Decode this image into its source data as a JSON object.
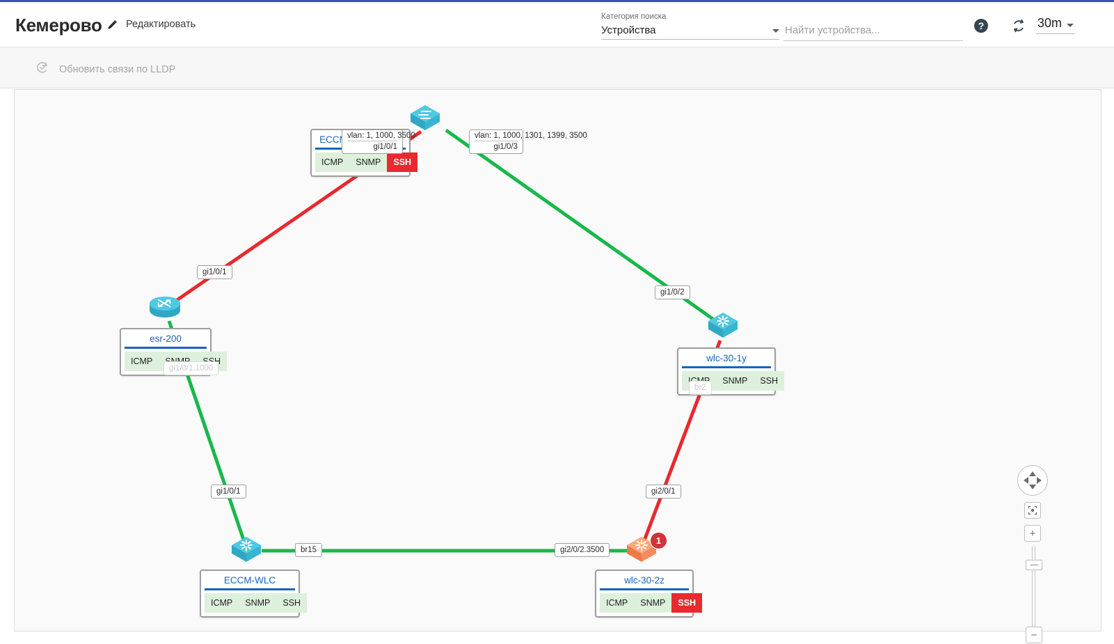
{
  "header": {
    "brand": "Кемерово",
    "edit_label": "Редактировать",
    "edit_icon": "pencil-icon",
    "search_category_caption": "Категория поиска",
    "search_category_value": "Устройства",
    "search_placeholder": "Найти устройства...",
    "help_icon": "help-circle-icon",
    "refresh_icon": "refresh-icon",
    "interval_value": "30m",
    "interval_caret_icon": "chevron-down-icon"
  },
  "subtoolbar": {
    "lldp_label": "Обновить связи по LLDP",
    "lldp_icon": "refresh-check-icon",
    "lldp_disabled": true
  },
  "services": {
    "icmp": "ICMP",
    "snmp": "SNMP",
    "ssh": "SSH"
  },
  "colors": {
    "accent": "#3f51b5",
    "node_title": "#1565c0",
    "service_ok_bg": "#ddf0dc",
    "service_bad_bg": "#e8292f",
    "link_up": "#18b84a",
    "link_down": "#e8292f",
    "device_normal": "#35bcd9",
    "device_alarm": "#f58a5b",
    "canvas_bg": "#fafafa"
  },
  "nodes": [
    {
      "id": "eccm_mes2124m",
      "name": "ECCM_MES2124M",
      "icon": "switch-icon",
      "state": "normal",
      "services": [
        {
          "name": "ICMP",
          "ok": true
        },
        {
          "name": "SNMP",
          "ok": true
        },
        {
          "name": "SSH",
          "ok": false
        }
      ]
    },
    {
      "id": "esr_200",
      "name": "esr-200",
      "icon": "router-icon",
      "state": "normal",
      "services": [
        {
          "name": "ICMP",
          "ok": true
        },
        {
          "name": "SNMP",
          "ok": true
        },
        {
          "name": "SSH",
          "ok": true
        }
      ]
    },
    {
      "id": "wlc_30_1y",
      "name": "wlc-30-1y",
      "icon": "switch-icon",
      "state": "normal",
      "services": [
        {
          "name": "ICMP",
          "ok": true
        },
        {
          "name": "SNMP",
          "ok": true
        },
        {
          "name": "SSH",
          "ok": true
        }
      ]
    },
    {
      "id": "eccm_wlc",
      "name": "ECCM-WLC",
      "icon": "switch-icon",
      "state": "normal",
      "services": [
        {
          "name": "ICMP",
          "ok": true
        },
        {
          "name": "SNMP",
          "ok": true
        },
        {
          "name": "SSH",
          "ok": true
        }
      ]
    },
    {
      "id": "wlc_30_2z",
      "name": "wlc-30-2z",
      "icon": "switch-icon",
      "state": "alarm",
      "alarm_count": "1",
      "services": [
        {
          "name": "ICMP",
          "ok": true
        },
        {
          "name": "SNMP",
          "ok": true
        },
        {
          "name": "SSH",
          "ok": false
        }
      ]
    }
  ],
  "link_labels": {
    "top_left_vlan": "vlan: 1, 1000, 3500",
    "top_left_port": "gi1/0/1",
    "top_right_vlan": "vlan: 1, 1000, 1301, 1399, 3500",
    "top_right_port": "gi1/0/3",
    "upper_left_port": "gi1/0/1",
    "upper_right_port": "gi1/0/2",
    "esr_sub_port": "gi1/0/1.1000",
    "wlc1y_sub_port": "br2",
    "lower_left_port": "gi1/0/1",
    "right_lower_port": "gi2/0/1",
    "bottom_left_port": "br15",
    "bottom_right_port": "gi2/0/2.3500"
  },
  "map_controls": {
    "pan_icon": "pan-dpad-icon",
    "center_icon": "center-target-icon",
    "zoom_in_icon": "plus-icon",
    "zoom_out_icon": "minus-icon",
    "zoom_in_label": "+",
    "zoom_out_label": "−"
  }
}
